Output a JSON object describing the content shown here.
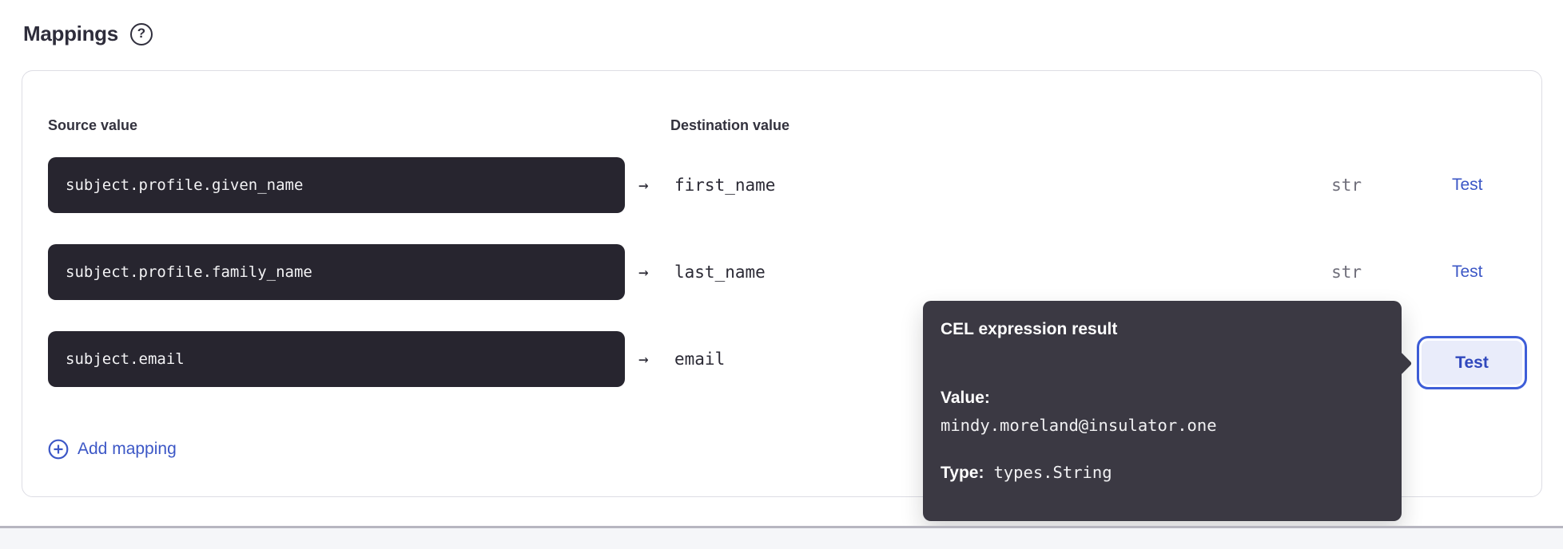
{
  "page": {
    "title": "Mappings",
    "help_glyph": "?"
  },
  "card": {
    "columns": {
      "source": "Source value",
      "destination": "Destination value"
    },
    "arrow_glyph": "→",
    "rows": [
      {
        "source": "subject.profile.given_name",
        "destination": "first_name",
        "type": "str",
        "test_label": "Test"
      },
      {
        "source": "subject.profile.family_name",
        "destination": "last_name",
        "type": "str",
        "test_label": "Test"
      },
      {
        "source": "subject.email",
        "destination": "email",
        "test_label": "Test"
      }
    ],
    "add_mapping_label": "Add mapping"
  },
  "tooltip": {
    "title": "CEL expression result",
    "value_label": "Value:",
    "value": "mindy.moreland@insulator.one",
    "type_label": "Type:",
    "type_value": "types.String"
  },
  "colors": {
    "accent_blue": "#3c57c6",
    "focused_button_border": "#3e5ed8",
    "focused_button_bg": "#e9ecfa",
    "source_box_bg": "#27252f",
    "tooltip_bg": "#3b3943",
    "card_border": "#dddde4",
    "type_text": "#6f6e7a",
    "heading_text": "#2e2d3b",
    "bottom_strip_bg": "#f5f6f9",
    "bottom_divider": "#b7b6c0"
  }
}
